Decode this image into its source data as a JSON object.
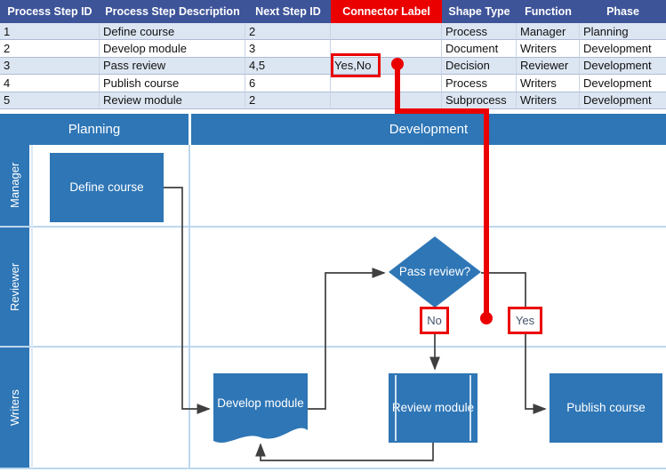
{
  "table": {
    "headers": [
      "Process Step ID",
      "Process Step Description",
      "Next Step ID",
      "Connector Label",
      "Shape Type",
      "Function",
      "Phase"
    ],
    "highlighted_header": "Connector Label",
    "rows": [
      [
        "1",
        "Define course",
        "2",
        "",
        "Process",
        "Manager",
        "Planning"
      ],
      [
        "2",
        "Develop module",
        "3",
        "",
        "Document",
        "Writers",
        "Development"
      ],
      [
        "3",
        "Pass review",
        "4,5",
        "Yes,No",
        "Decision",
        "Reviewer",
        "Development"
      ],
      [
        "4",
        "Publish course",
        "6",
        "",
        "Process",
        "Writers",
        "Development"
      ],
      [
        "5",
        "Review module",
        "2",
        "",
        "Subprocess",
        "Writers",
        "Development"
      ]
    ]
  },
  "diagram": {
    "phases": {
      "planning": "Planning",
      "development": "Development"
    },
    "lanes": {
      "manager": "Manager",
      "reviewer": "Reviewer",
      "writers": "Writers"
    },
    "shapes": {
      "define_course": "Define course",
      "develop_module": "Develop module",
      "pass_review": "Pass review?",
      "review_module": "Review module",
      "publish_course": "Publish course"
    },
    "connector_labels": {
      "no": "No",
      "yes": "Yes"
    },
    "annotated_cell_value": "Yes,No"
  },
  "colors": {
    "header_navy": "#3E5499",
    "band_blue": "#DCE6F2",
    "diagram_blue": "#2E76B6",
    "lane_line_blue": "#BDD7EE",
    "annotation_red": "#EB0000",
    "connector_gray": "#3F3F3F",
    "label_text": "#44546A"
  }
}
